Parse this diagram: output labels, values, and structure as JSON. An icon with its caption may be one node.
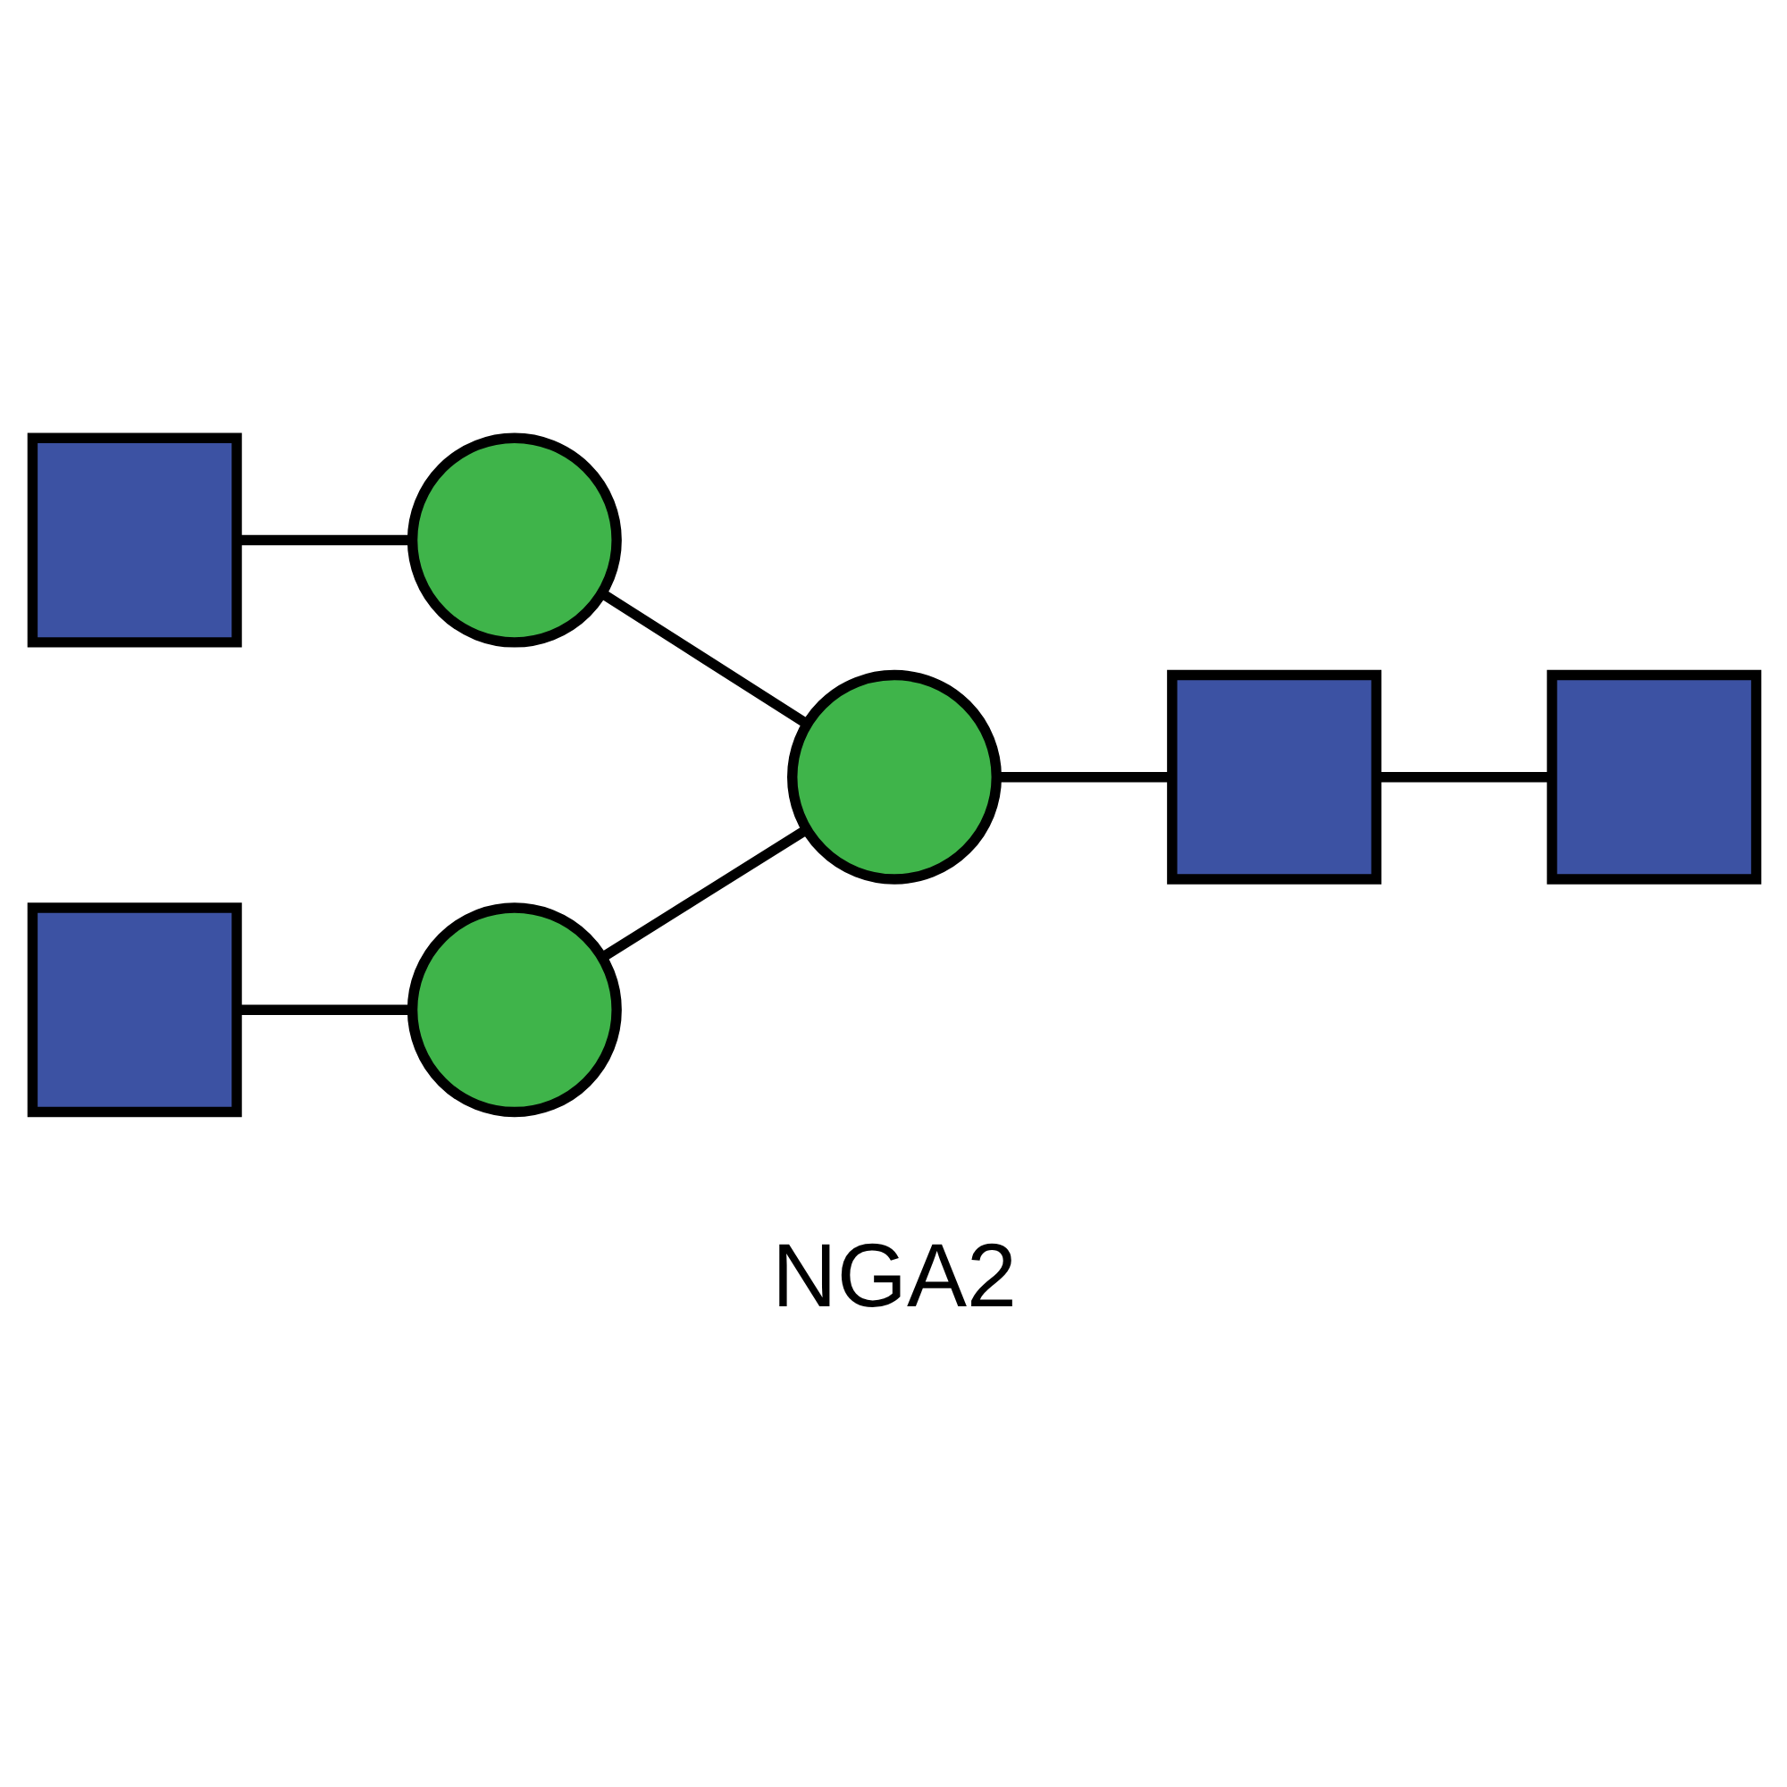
{
  "diagram": {
    "caption": "NGA2",
    "nodes": [
      {
        "text": [],
        "shape": "box"
      },
      {
        "text": [],
        "shape": "box"
      },
      {
        "text": [],
        "shape": "circle"
      },
      {
        "text": [],
        "shape": "circle"
      },
      {
        "text": [],
        "shape": "circle"
      },
      {
        "text": [],
        "shape": "box"
      },
      {
        "text": [],
        "shape": "box"
      }
    ],
    "edges": [
      {
        "from": 0,
        "to": 2,
        "arrow": "none"
      },
      {
        "from": 1,
        "to": 3,
        "arrow": "none"
      },
      {
        "from": 2,
        "to": 4,
        "arrow": "none"
      },
      {
        "from": 3,
        "to": 4,
        "arrow": "none"
      },
      {
        "from": 4,
        "to": 5,
        "arrow": "none"
      },
      {
        "from": 5,
        "to": 6,
        "arrow": "none"
      }
    ]
  }
}
